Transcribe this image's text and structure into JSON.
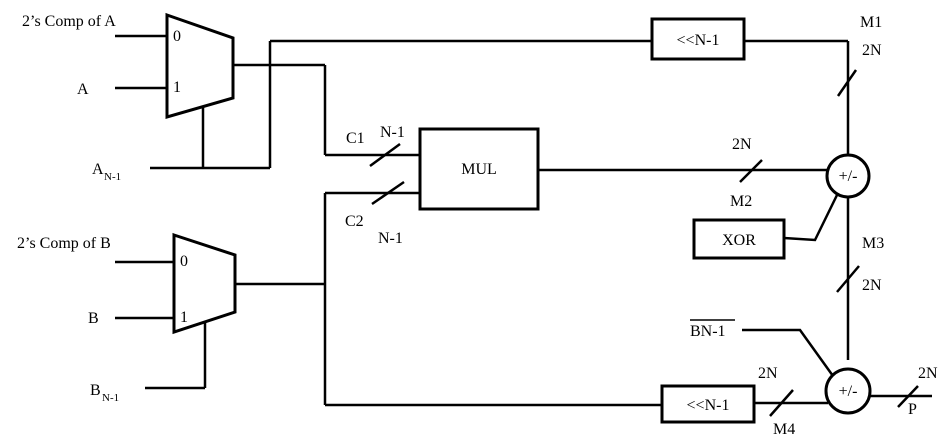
{
  "mux_a": {
    "in0_label": "2’s Comp of A",
    "in1_label": "A",
    "sel_label": "A",
    "sel_sub": "N-1",
    "port0": "0",
    "port1": "1"
  },
  "mux_b": {
    "in0_label": "2’s Comp of B",
    "in1_label": "B",
    "sel_label": "B",
    "sel_sub": "N-1",
    "port0": "0",
    "port1": "1"
  },
  "blocks": {
    "mul": "MUL",
    "xor": "XOR",
    "shift_top": "<<N-1",
    "shift_bottom": "<<N-1",
    "add_top": "+/-",
    "add_bottom": "+/-"
  },
  "signals": {
    "c1": "C1",
    "c1_width": "N-1",
    "c2": "C2",
    "c2_width": "N-1",
    "m1": "M1",
    "m1_width": "2N",
    "m2": "M2",
    "m2_width": "2N",
    "m3": "M3",
    "m3_width": "2N",
    "m4": "M4",
    "m4_width": "2N",
    "p": "P",
    "p_width": "2N",
    "bn1": "BN-1"
  }
}
